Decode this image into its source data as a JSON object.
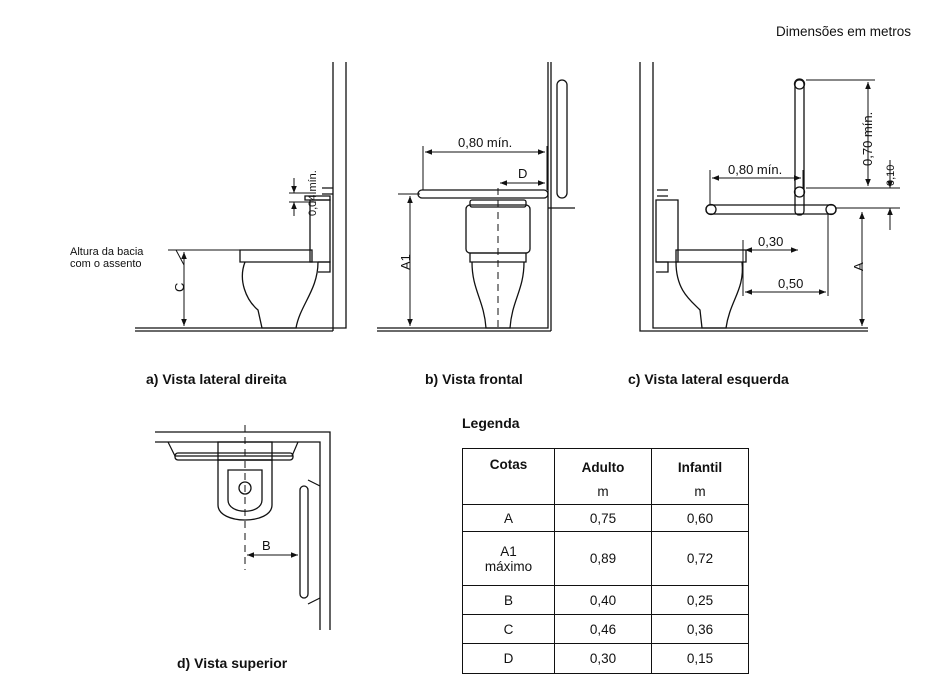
{
  "header_note": "Dimensões em metros",
  "views": {
    "a": {
      "caption": "a) Vista lateral direita",
      "label_bowl_height_line1": "Altura da bacia",
      "label_bowl_height_line2": "com o assento",
      "dim_min": "0,04 mín.",
      "dim_c": "C"
    },
    "b": {
      "caption": "b) Vista frontal",
      "dim_width": "0,80 mín.",
      "dim_d": "D",
      "dim_a1": "A1"
    },
    "c": {
      "caption": "c) Vista lateral esquerda",
      "dim_vertical": "0,70 mín.",
      "dim_010": "0,10",
      "dim_width": "0,80 mín.",
      "dim_030": "0,30",
      "dim_050": "0,50",
      "dim_a": "A"
    },
    "d": {
      "caption": "d) Vista superior",
      "dim_b": "B"
    }
  },
  "legend": {
    "title": "Legenda",
    "headers": [
      "Cotas",
      "Adulto",
      "Infantil"
    ],
    "units": [
      "m",
      "m"
    ],
    "rows": [
      {
        "cota": "A",
        "cota_line2": "",
        "adulto": "0,75",
        "infantil": "0,60"
      },
      {
        "cota": "A1",
        "cota_line2": "máximo",
        "adulto": "0,89",
        "infantil": "0,72"
      },
      {
        "cota": "B",
        "cota_line2": "",
        "adulto": "0,40",
        "infantil": "0,25"
      },
      {
        "cota": "C",
        "cota_line2": "",
        "adulto": "0,46",
        "infantil": "0,36"
      },
      {
        "cota": "D",
        "cota_line2": "",
        "adulto": "0,30",
        "infantil": "0,15"
      }
    ]
  }
}
